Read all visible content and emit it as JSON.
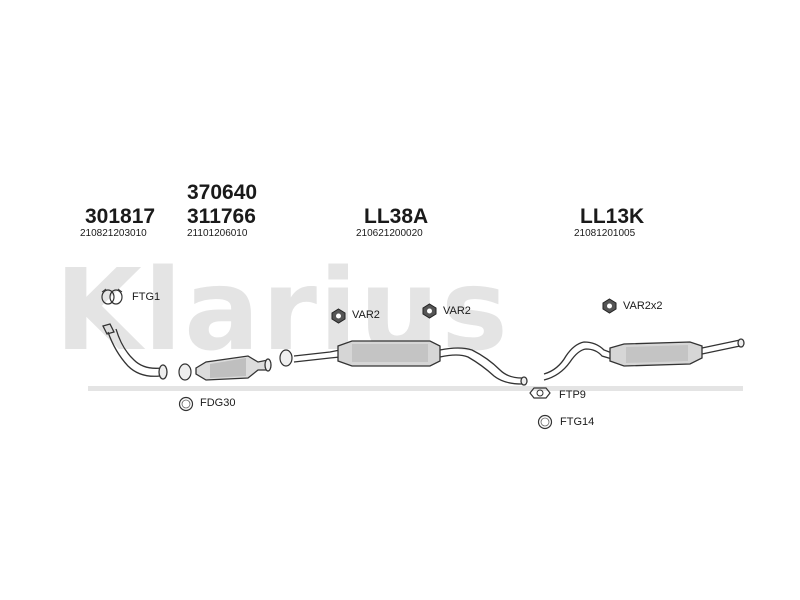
{
  "brand": {
    "watermark": "Klarius"
  },
  "parts": [
    {
      "number": "301817",
      "oe_code": "210821203010"
    },
    {
      "number": "370640",
      "number_2": "311766",
      "oe_code": "21101206010"
    },
    {
      "number": "LL38A",
      "oe_code": "210621200020"
    },
    {
      "number": "LL13K",
      "oe_code": "21081201005"
    }
  ],
  "fittings": {
    "ftg1": "FTG1",
    "var2_a": "VAR2",
    "var2_b": "VAR2",
    "var2x2": "VAR2x2",
    "fdg30": "FDG30",
    "ftp9": "FTP9",
    "ftg14": "FTG14"
  },
  "colors": {
    "part": "#333333",
    "watermark": "#e4e4e4",
    "text": "#1a1a1a"
  }
}
